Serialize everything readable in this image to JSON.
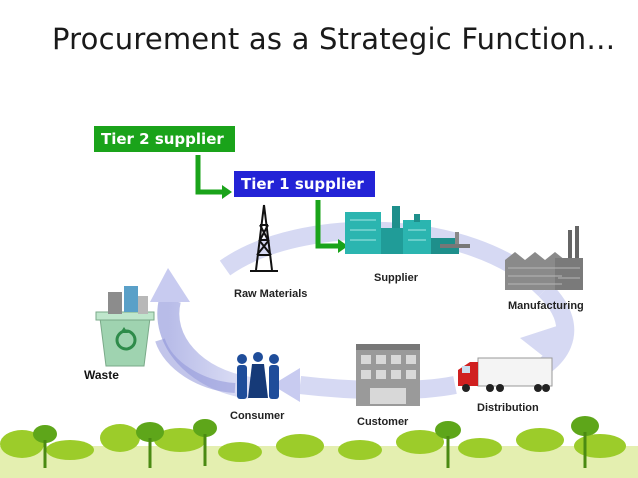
{
  "slide": {
    "title": "Procurement as a Strategic Function…"
  },
  "tiers": {
    "tier2": "Tier 2 supplier",
    "tier1": "Tier 1 supplier"
  },
  "nodes": {
    "raw_materials": "Raw Materials",
    "supplier": "Supplier",
    "manufacturing": "Manufacturing",
    "distribution": "Distribution",
    "customer": "Customer",
    "consumer": "Consumer",
    "waste": "Waste"
  },
  "colors": {
    "tier2_bg": "#1aa31a",
    "tier1_bg": "#2323d6",
    "connector": "#1aa31a",
    "cycle_arrow": "#c6c9ee"
  }
}
